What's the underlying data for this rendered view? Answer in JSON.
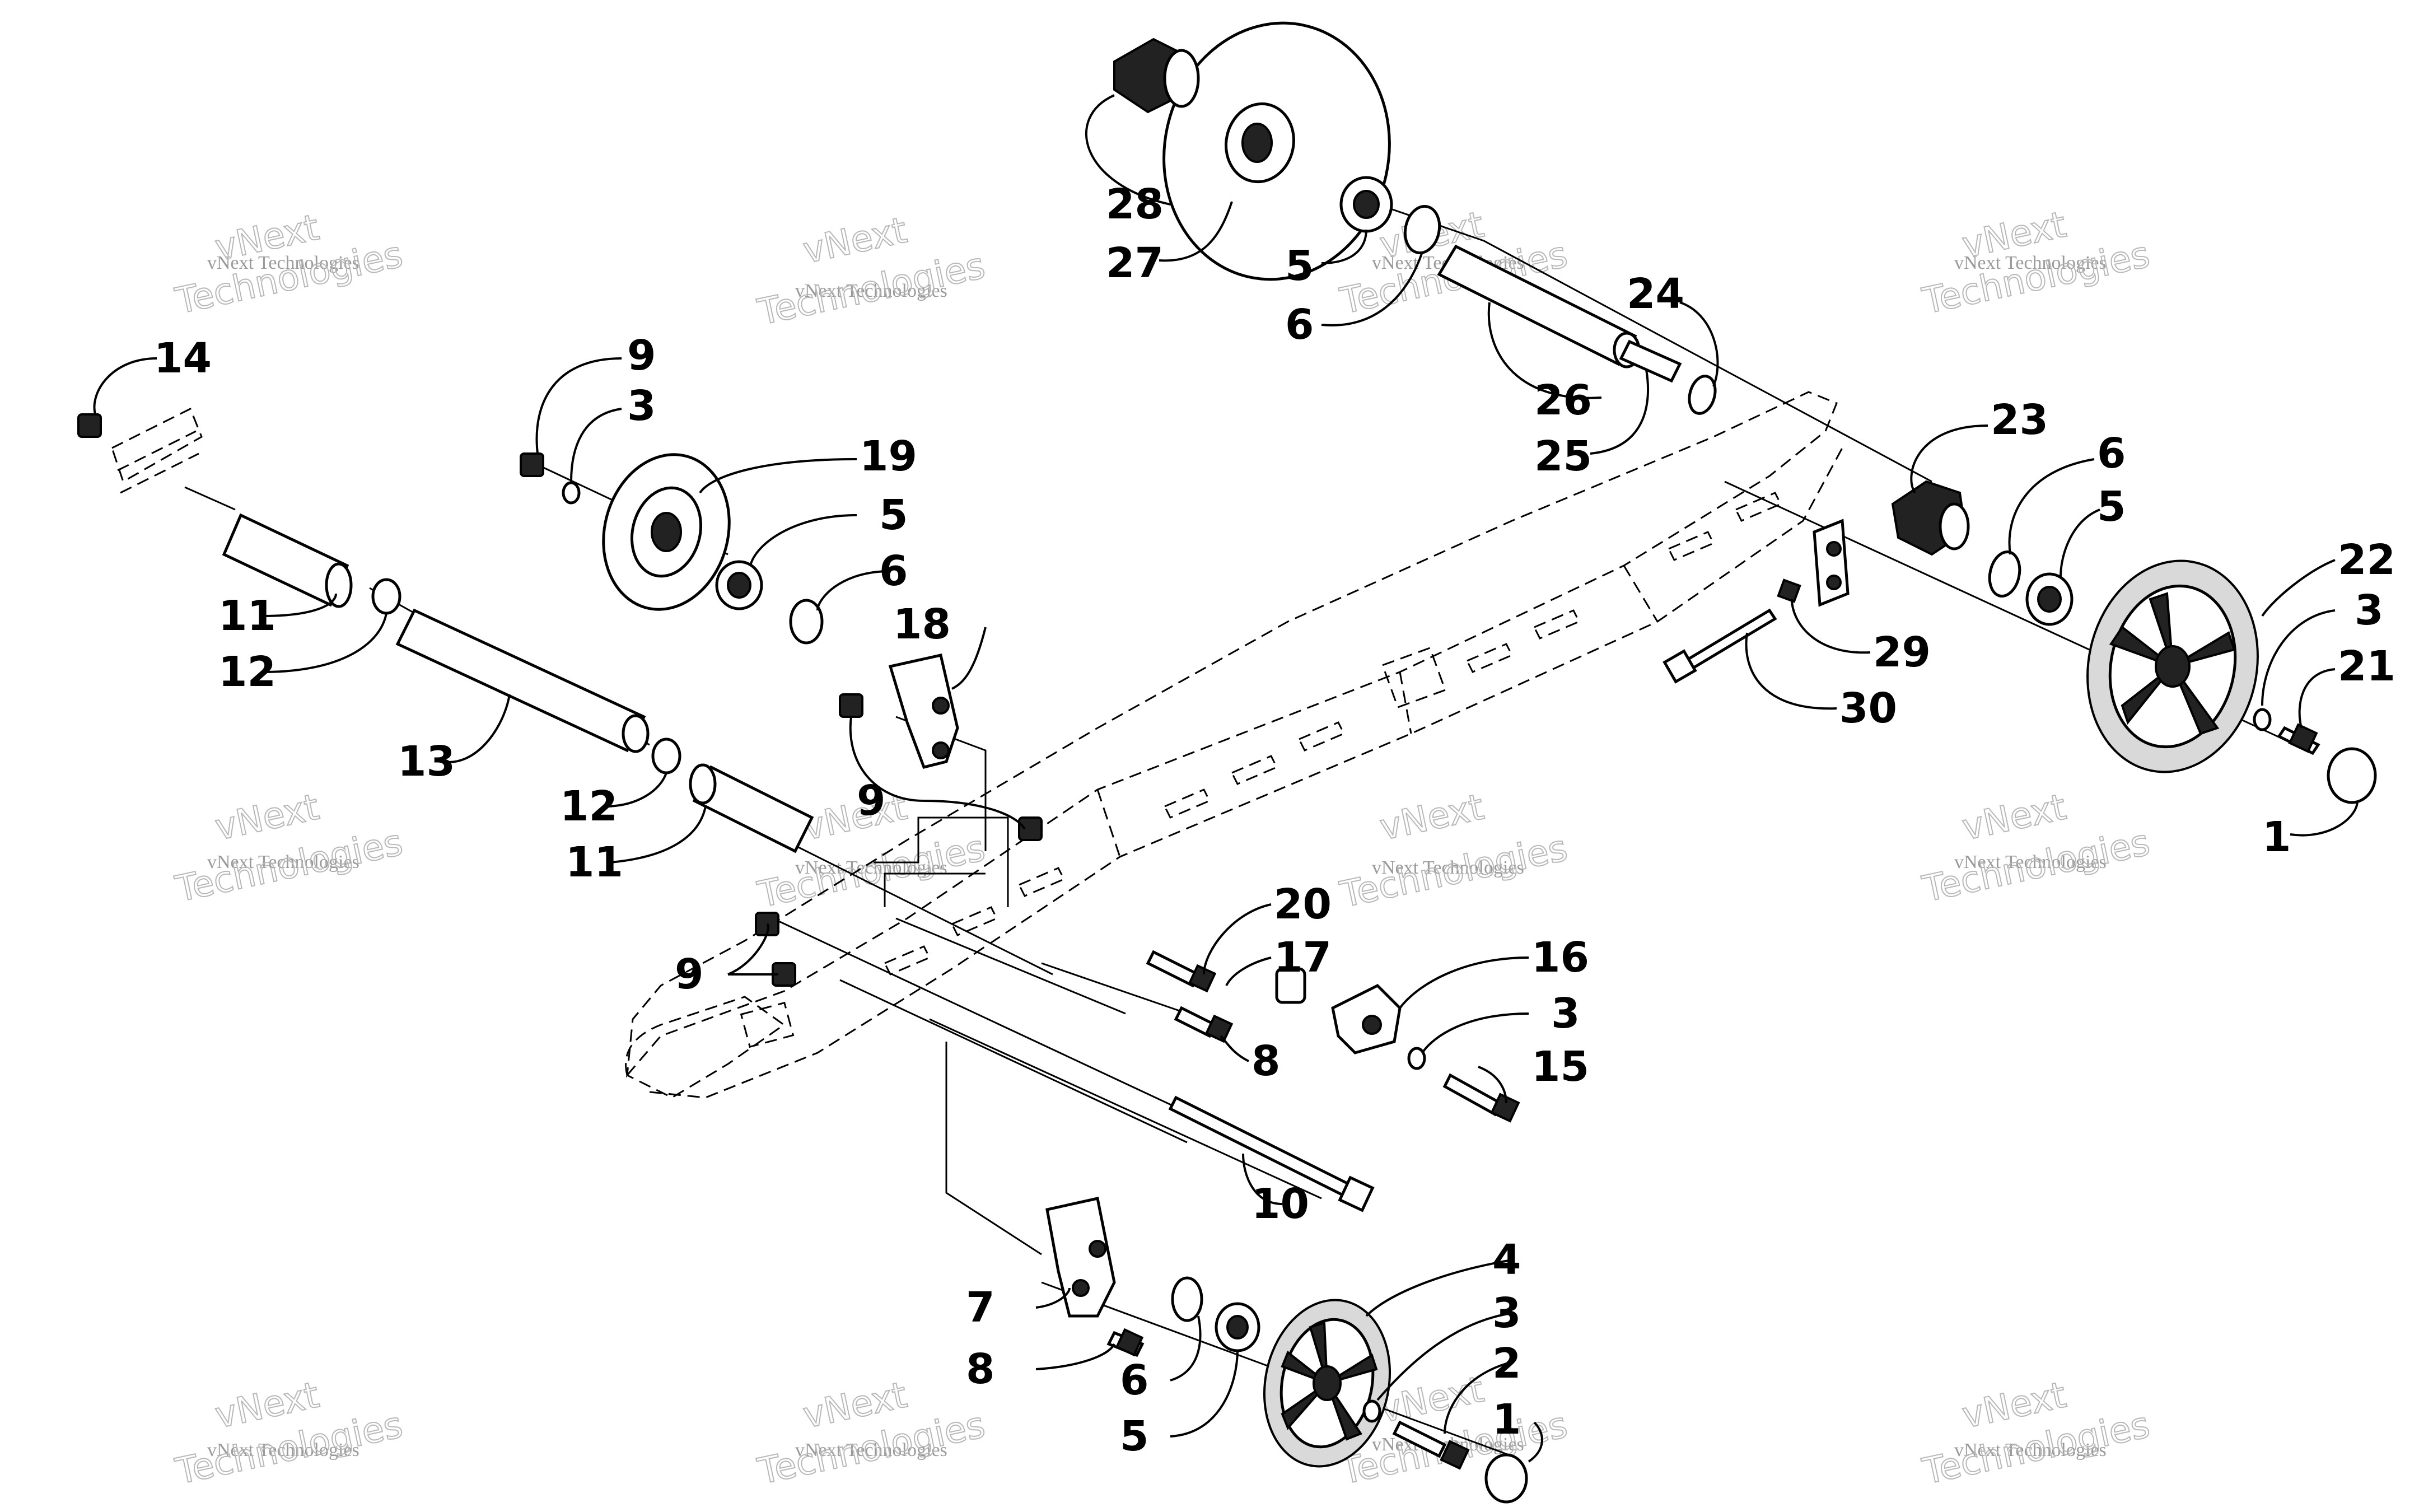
{
  "watermark": {
    "line1": "vNext Technologies",
    "line2_a": "vNext",
    "line2_b": "Technologies"
  },
  "callouts": [
    {
      "id": "c28",
      "label": "28"
    },
    {
      "id": "c27",
      "label": "27"
    },
    {
      "id": "c5a",
      "label": "5"
    },
    {
      "id": "c6a",
      "label": "6"
    },
    {
      "id": "c24",
      "label": "24"
    },
    {
      "id": "c26",
      "label": "26"
    },
    {
      "id": "c25",
      "label": "25"
    },
    {
      "id": "c23",
      "label": "23"
    },
    {
      "id": "c6b",
      "label": "6"
    },
    {
      "id": "c5b",
      "label": "5"
    },
    {
      "id": "c22",
      "label": "22"
    },
    {
      "id": "c3a",
      "label": "3"
    },
    {
      "id": "c21",
      "label": "21"
    },
    {
      "id": "c1a",
      "label": "1"
    },
    {
      "id": "c29",
      "label": "29"
    },
    {
      "id": "c30",
      "label": "30"
    },
    {
      "id": "c14",
      "label": "14"
    },
    {
      "id": "c9a",
      "label": "9"
    },
    {
      "id": "c3b",
      "label": "3"
    },
    {
      "id": "c19",
      "label": "19"
    },
    {
      "id": "c5c",
      "label": "5"
    },
    {
      "id": "c6c",
      "label": "6"
    },
    {
      "id": "c18",
      "label": "18"
    },
    {
      "id": "c11a",
      "label": "11"
    },
    {
      "id": "c12a",
      "label": "12"
    },
    {
      "id": "c13",
      "label": "13"
    },
    {
      "id": "c12b",
      "label": "12"
    },
    {
      "id": "c11b",
      "label": "11"
    },
    {
      "id": "c9b",
      "label": "9"
    },
    {
      "id": "c20",
      "label": "20"
    },
    {
      "id": "c17",
      "label": "17"
    },
    {
      "id": "c16",
      "label": "16"
    },
    {
      "id": "c3c",
      "label": "3"
    },
    {
      "id": "c15",
      "label": "15"
    },
    {
      "id": "c9c",
      "label": "9"
    },
    {
      "id": "c8a",
      "label": "8"
    },
    {
      "id": "c10",
      "label": "10"
    },
    {
      "id": "c4",
      "label": "4"
    },
    {
      "id": "c3d",
      "label": "3"
    },
    {
      "id": "c7",
      "label": "7"
    },
    {
      "id": "c8b",
      "label": "8"
    },
    {
      "id": "c2",
      "label": "2"
    },
    {
      "id": "c1b",
      "label": "1"
    },
    {
      "id": "c6d",
      "label": "6"
    },
    {
      "id": "c5d",
      "label": "5"
    }
  ]
}
